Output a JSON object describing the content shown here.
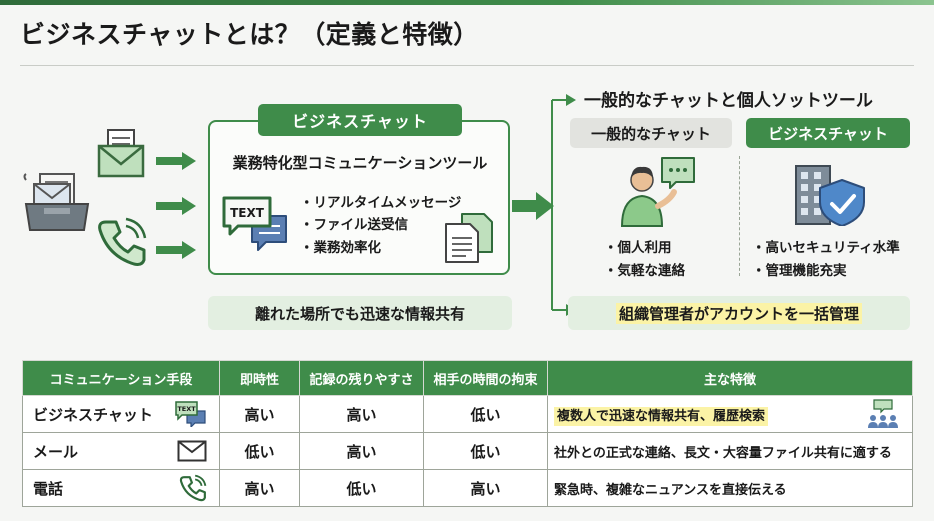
{
  "title": "ビジネスチャットとは？（定義と特徴）",
  "colors": {
    "accent": "#3f8c4a",
    "light_green": "#e3efe1",
    "highlight": "#fbf3a6",
    "grey_tag": "#e2e3df"
  },
  "left_icons": [
    "inbox-tray-icon",
    "envelope-icon",
    "phone-icon"
  ],
  "center": {
    "header": "ビジネスチャット",
    "subtitle": "業務特化型コミュニケーションツール",
    "features": [
      "・リアルタイムメッセージ",
      "・ファイル送受信",
      "・業務効率化"
    ],
    "icons": [
      "text-chat-bubble-icon",
      "documents-icon"
    ],
    "banner": "離れた場所でも迅速な情報共有"
  },
  "right": {
    "title": "一般的なチャットと個人ソットツール",
    "general": {
      "label": "一般的なチャット",
      "bullets": [
        "・個人利用",
        "・気軽な連絡"
      ],
      "icon": "person-chat-icon"
    },
    "business": {
      "label": "ビジネスチャット",
      "bullets": [
        "・高いセキュリティ水準",
        "・管理機能充実"
      ],
      "icon": "building-shield-icon"
    },
    "banner": "組織管理者がアカウントを一括管理"
  },
  "table": {
    "headers": [
      "コミュニケーション手段",
      "即時性",
      "記録の残りやすさ",
      "相手の時間の拘束",
      "主な特徴"
    ],
    "rows": [
      {
        "name": "ビジネスチャット",
        "icon": "text-chat-icon",
        "immediacy": "高い",
        "record": "高い",
        "time_bind": "低い",
        "feature": "複数人で迅速な情報共有、履歴検索",
        "feature_icon": "group-chat-icon"
      },
      {
        "name": "メール",
        "icon": "envelope-icon",
        "immediacy": "低い",
        "record": "高い",
        "time_bind": "低い",
        "feature": "社外との正式な連絡、長文・大容量ファイル共有に適する"
      },
      {
        "name": "電話",
        "icon": "phone-icon",
        "immediacy": "高い",
        "record": "低い",
        "time_bind": "高い",
        "feature": "緊急時、複雑なニュアンスを直接伝える"
      }
    ]
  }
}
